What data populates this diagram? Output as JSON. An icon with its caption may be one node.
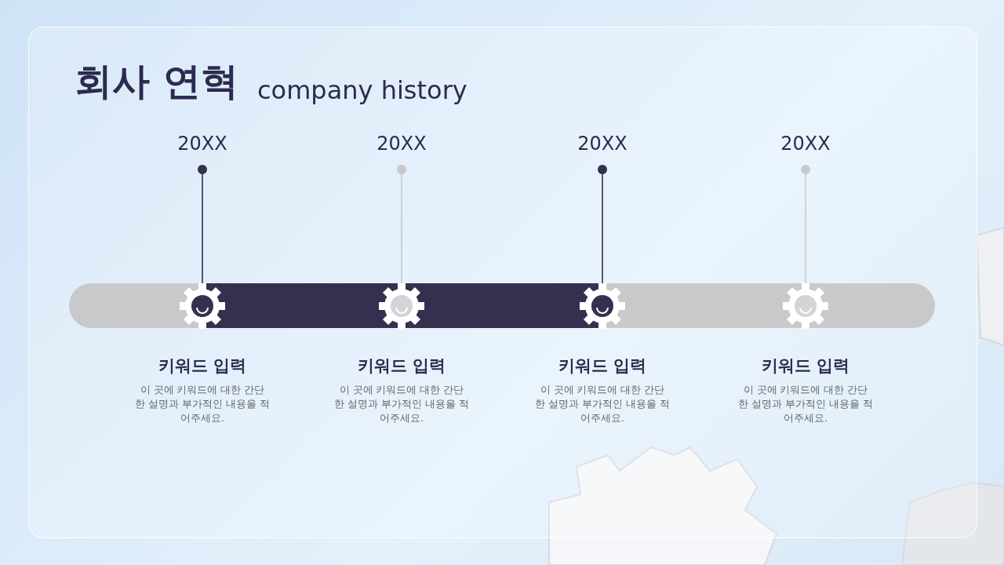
{
  "diagram": {
    "title": "회사 연혁",
    "nodes": [
      {
        "text": [
          "20XX"
        ]
      },
      {
        "text": [
          "20XX"
        ]
      },
      {
        "text": [
          "20XX"
        ]
      },
      {
        "text": [
          "20XX"
        ]
      },
      {
        "text": [],
        "shape": "circle"
      },
      {
        "text": [],
        "shape": "circle"
      },
      {
        "text": [],
        "shape": "circle"
      },
      {
        "text": [],
        "shape": "circle"
      },
      {
        "text": [
          "키워드 입력",
          "이 곳에 키워드에 대한 간단 한 설명과 부가적인 내용을 적어주세요."
        ]
      },
      {
        "text": [
          "키워드 입력",
          "이 곳에 키워드에 대한 간단 한 설명과 부가적인 내용을 적어주세요."
        ]
      },
      {
        "text": [
          "키워드 입력",
          "이 곳에 키워드에 대한 간단 한 설명과 부가적인 내용을 적어주세요."
        ]
      },
      {
        "text": [
          "키워드 입력",
          "이 곳에 키워드에 대한 간단 한 설명과 부가적인 내용을 적어주세요."
        ]
      }
    ],
    "edges": [
      {
        "from": 0,
        "to": 4,
        "arrow": "other"
      },
      {
        "from": 1,
        "to": 5,
        "arrow": "other",
        "color": "#c8c8cc"
      },
      {
        "from": 2,
        "to": 6,
        "arrow": "other"
      },
      {
        "from": 3,
        "to": 7,
        "arrow": "other",
        "color": "#c8c8cc"
      }
    ],
    "labels": [
      "company history"
    ]
  }
}
